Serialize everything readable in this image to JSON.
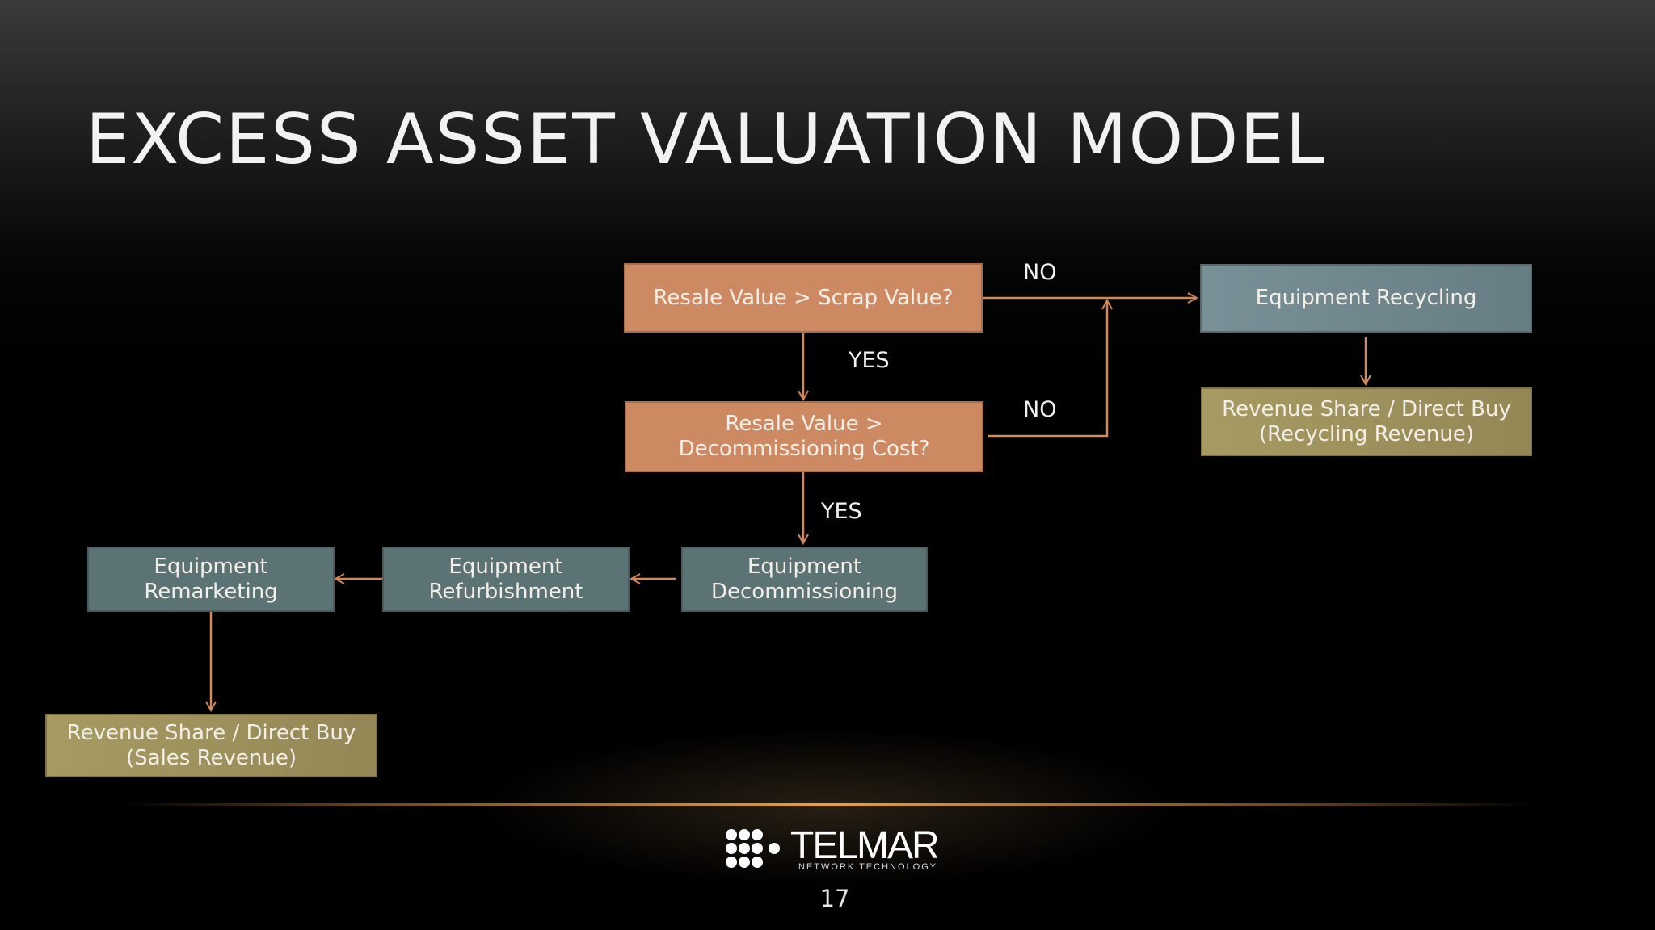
{
  "title": "EXCESS ASSET VALUATION MODEL",
  "nodes": {
    "resale_vs_scrap": "Resale Value > Scrap Value?",
    "resale_vs_decom": "Resale Value >\nDecommissioning Cost?",
    "recycling": "Equipment Recycling",
    "recycling_revenue": "Revenue Share / Direct Buy\n(Recycling Revenue)",
    "decommissioning": "Equipment\nDecommissioning",
    "refurbishment": "Equipment\nRefurbishment",
    "remarketing": "Equipment\nRemarketing",
    "sales_revenue": "Revenue Share / Direct Buy\n(Sales Revenue)"
  },
  "edge_labels": {
    "no_1": "NO",
    "yes_1": "YES",
    "no_2": "NO",
    "yes_2": "YES"
  },
  "colors": {
    "decision": "#cd8a62",
    "process": "#5c7376",
    "recycling": "#70868c",
    "revenue": "#9e925d",
    "connector": "#d08a5c",
    "accent_rule": "#e7a33d"
  },
  "logo": {
    "name": "TELMAR",
    "tagline": "NETWORK TECHNOLOGY"
  },
  "page_number": "17"
}
